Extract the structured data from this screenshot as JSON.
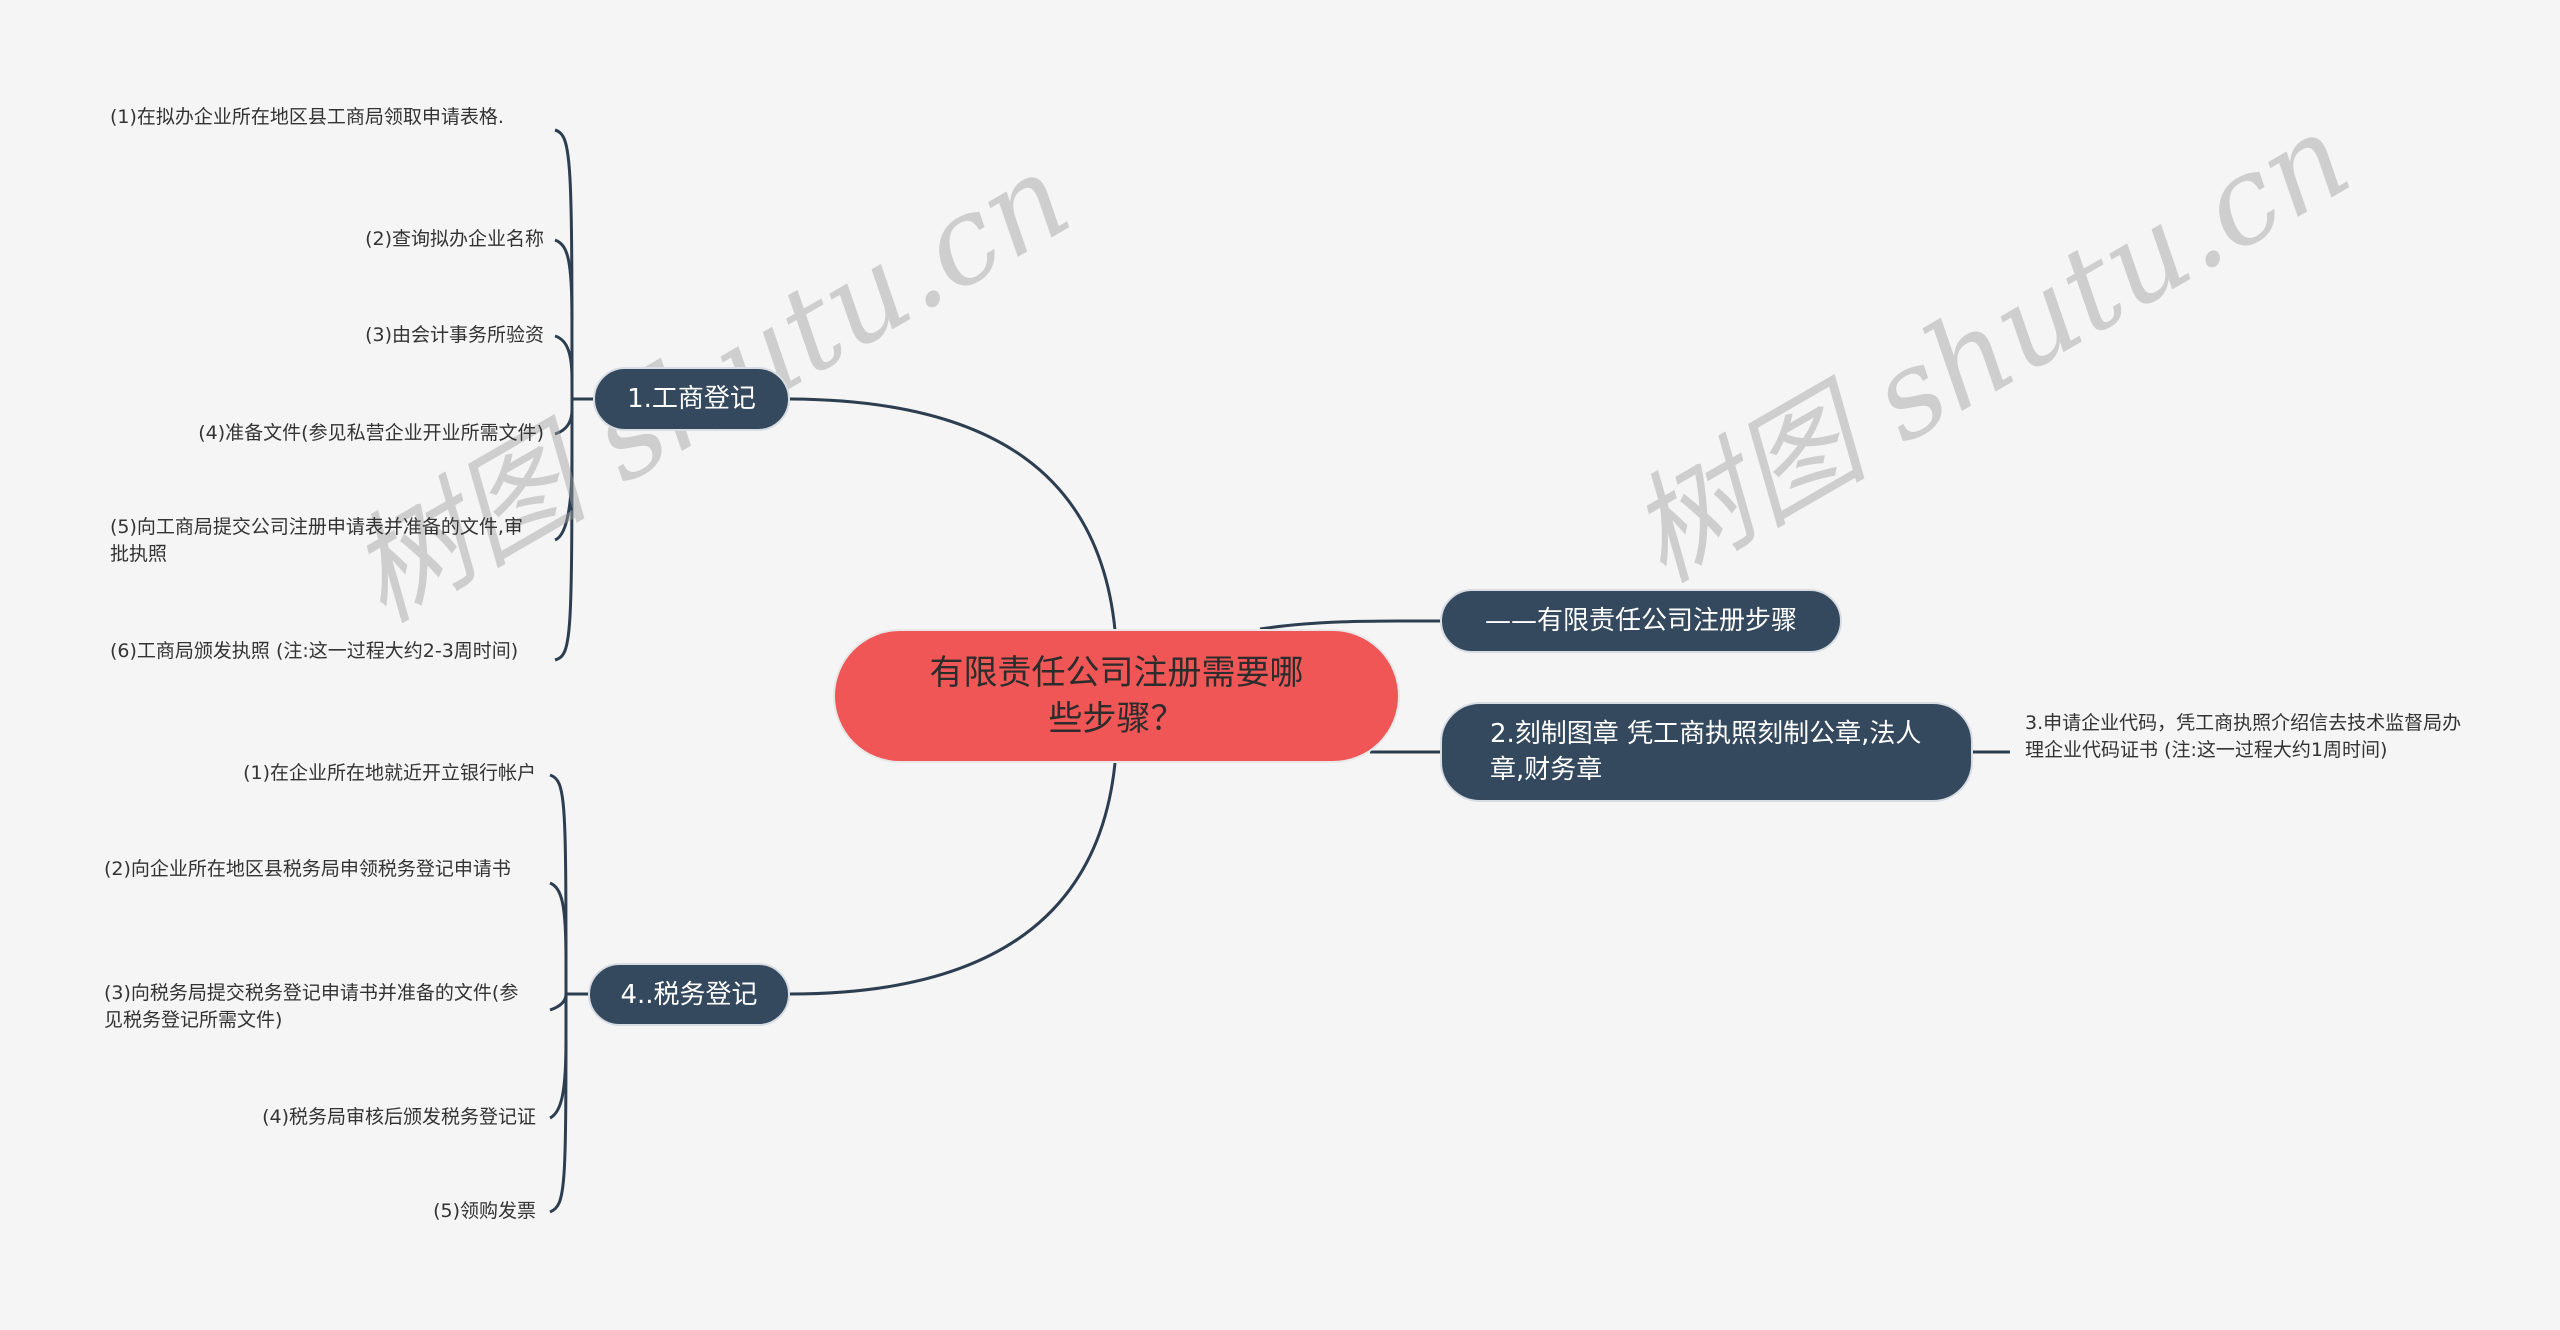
{
  "center": {
    "label": "有限责任公司注册需要哪些步骤？",
    "line1": "有限责任公司注册需要哪",
    "line2": "些步骤？"
  },
  "branches": [
    {
      "label": "1.工商登记",
      "children": [
        "(1)在拟办企业所在地区县工商局领取申请表格.",
        "(2)查询拟办企业名称",
        "(3)由会计事务所验资",
        "(4)准备文件(参见私营企业开业所需文件)",
        "(5)向工商局提交公司注册申请表并准备的文件,审批执照",
        "(6)工商局颁发执照 (注:这一过程大约2-3周时间)"
      ]
    },
    {
      "label": "4..税务登记",
      "children": [
        "(1)在企业所在地就近开立银行帐户",
        "(2)向企业所在地区县税务局申领税务登记申请书",
        "(3)向税务局提交税务登记申请书并准备的文件(参见税务登记所需文件)",
        "(4)税务局审核后颁发税务登记证",
        "(5)领购发票"
      ]
    },
    {
      "label": "——有限责任公司注册步骤",
      "children": []
    },
    {
      "label": "2.刻制图章 凭工商执照刻制公章,法人章,财务章",
      "children": [
        "3.申请企业代码，凭工商执照介绍信去技术监督局办理企业代码证书 (注:这一过程大约1周时间)"
      ]
    }
  ],
  "watermark": {
    "text": "树图 shutu.cn"
  },
  "colors": {
    "background": "#f5f5f5",
    "center": "#f05656",
    "branch": "#34495e",
    "line": "#2c3e50"
  }
}
